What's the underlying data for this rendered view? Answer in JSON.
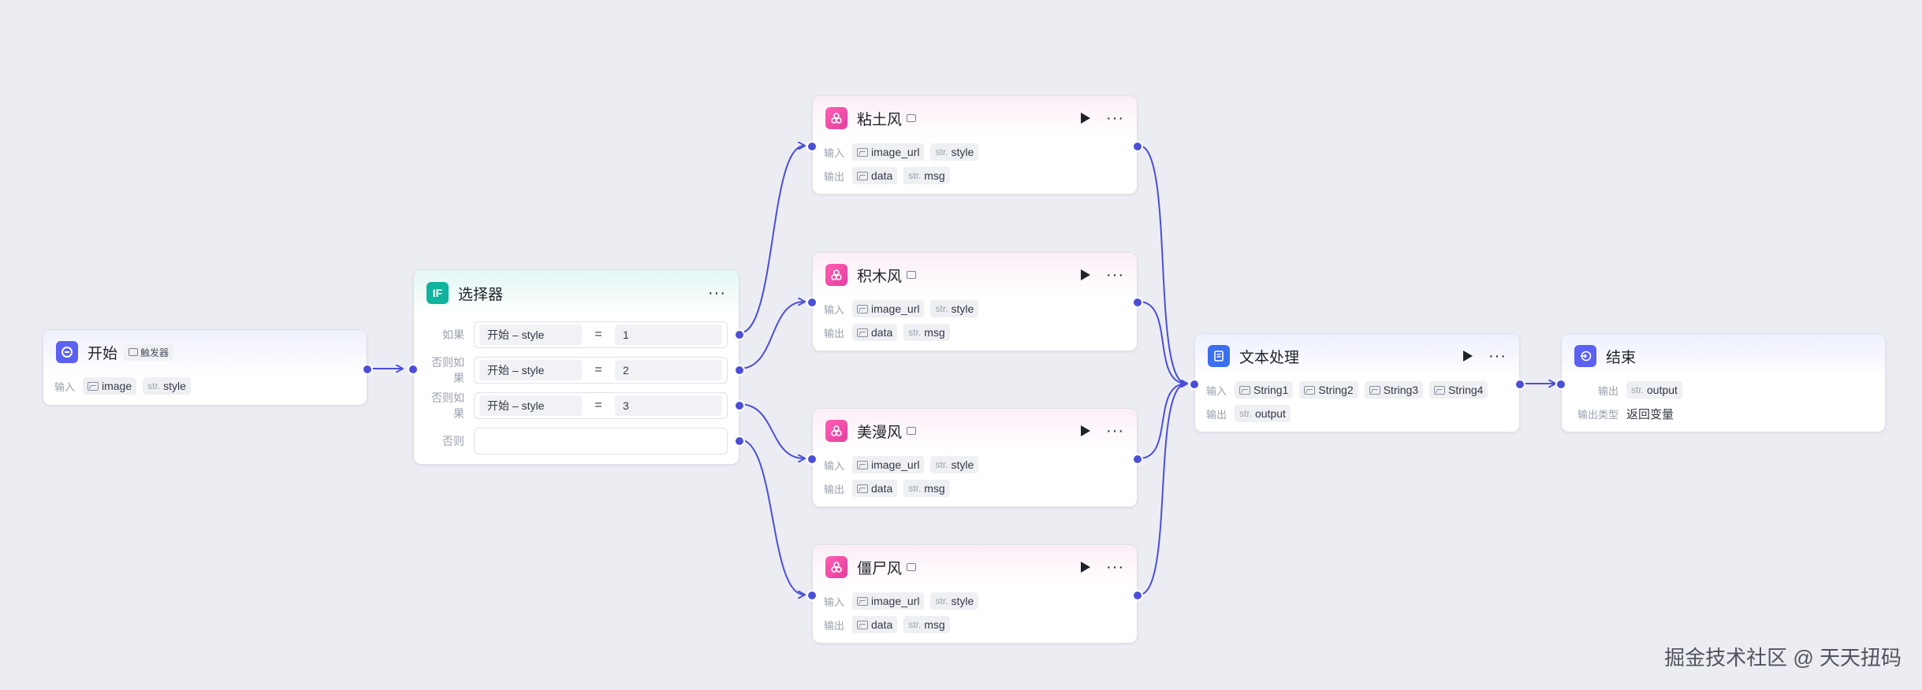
{
  "colors": {
    "edge": "#4b4fd6",
    "canvas": "#ecedf2"
  },
  "labels": {
    "input": "输入",
    "output": "输出",
    "output_type": "输出类型"
  },
  "start": {
    "title": "开始",
    "badge": "触发器",
    "icon": "start-icon",
    "inputs": [
      {
        "prefix": "",
        "name": "image",
        "kind": "image"
      },
      {
        "prefix": "str.",
        "name": "style",
        "kind": "str"
      }
    ]
  },
  "selector": {
    "title": "选择器",
    "icon": "if-icon",
    "icon_text": "IF",
    "conditions": [
      {
        "label": "如果",
        "left": "开始  –  style",
        "op": "=",
        "right": "1"
      },
      {
        "label": "否则如果",
        "left": "开始  –  style",
        "op": "=",
        "right": "2"
      },
      {
        "label": "否则如果",
        "left": "开始  –  style",
        "op": "=",
        "right": "3"
      },
      {
        "label": "否则",
        "left": "",
        "op": "",
        "right": ""
      }
    ]
  },
  "styles": [
    {
      "title": "粘土风"
    },
    {
      "title": "积木风"
    },
    {
      "title": "美漫风"
    },
    {
      "title": "僵尸风"
    }
  ],
  "style_io": {
    "inputs": [
      {
        "prefix": "",
        "name": "image_url",
        "kind": "image"
      },
      {
        "prefix": "str.",
        "name": "style",
        "kind": "str"
      }
    ],
    "outputs": [
      {
        "prefix": "",
        "name": "data",
        "kind": "image"
      },
      {
        "prefix": "str.",
        "name": "msg",
        "kind": "str"
      }
    ]
  },
  "text_proc": {
    "title": "文本处理",
    "inputs": [
      {
        "prefix": "",
        "name": "String1",
        "kind": "image"
      },
      {
        "prefix": "",
        "name": "String2",
        "kind": "image"
      },
      {
        "prefix": "",
        "name": "String3",
        "kind": "image"
      },
      {
        "prefix": "",
        "name": "String4",
        "kind": "image"
      }
    ],
    "outputs": [
      {
        "prefix": "str.",
        "name": "output",
        "kind": "str"
      }
    ]
  },
  "end": {
    "title": "结束",
    "output": {
      "prefix": "str.",
      "name": "output"
    },
    "output_type": "返回变量"
  },
  "watermark": "掘金技术社区 @ 天天扭码"
}
